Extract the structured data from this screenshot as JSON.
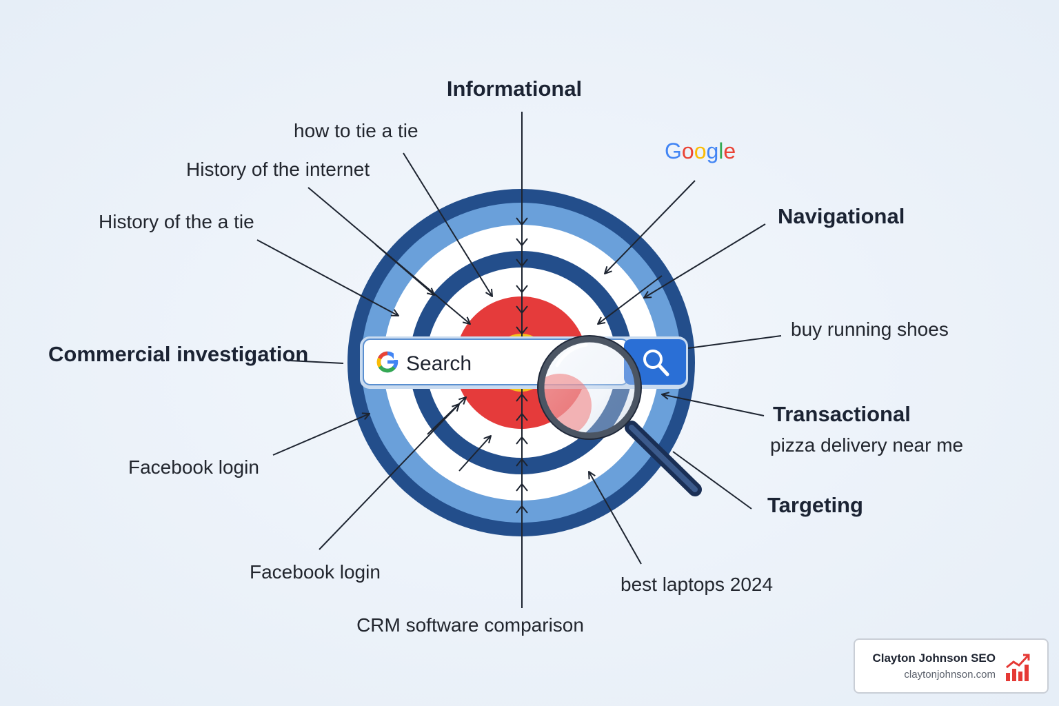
{
  "categories": {
    "informational": "Informational",
    "navigational": "Navigational",
    "commercial": "Commercial investigation",
    "transactional": "Transactional",
    "targeting": "Targeting"
  },
  "queries": {
    "tie": "how to tie a tie",
    "internet": "History of the internet",
    "history_tie": "History of the a tie",
    "google": "Google",
    "running_shoes": "buy running shoes",
    "pizza": "pizza delivery near me",
    "facebook_1": "Facebook login",
    "facebook_2": "Facebook login",
    "crm": "CRM software comparison",
    "laptops": "best laptops 2024"
  },
  "search_bar": {
    "placeholder": "Search",
    "logo_letter": "G"
  },
  "icons": {
    "search_button": "magnifier-icon",
    "magnifying_glass": "magnifying-glass-icon",
    "brand_logo": "growth-chart-icon"
  },
  "branding": {
    "name": "Clayton Johnson SEO",
    "url": "claytonjohnson.com"
  },
  "colors": {
    "ring_dark": "#234e8b",
    "ring_light": "#6aa0da",
    "ring_white": "#ffffff",
    "bullseye_red": "#e53b3b",
    "bullseye_yellow": "#f4c21b",
    "search_blue": "#2a6fd6",
    "google_blue": "#4285F4",
    "google_red": "#EA4335",
    "google_yellow": "#FBBC05",
    "google_green": "#34A853"
  }
}
